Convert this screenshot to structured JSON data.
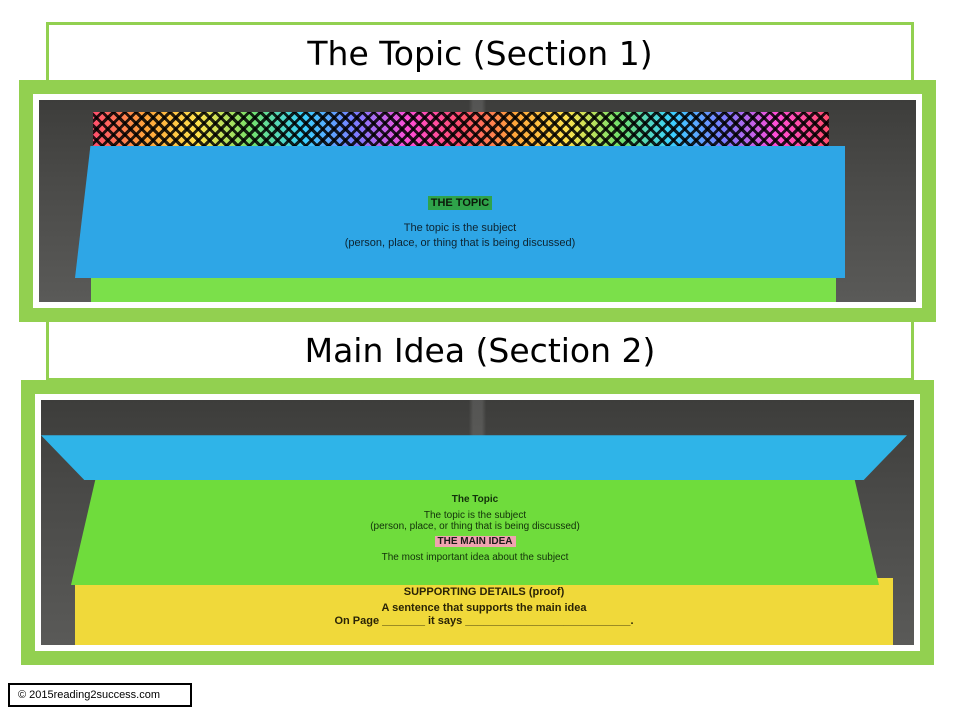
{
  "section1": {
    "title": "The Topic (Section 1)",
    "card": {
      "heading": "THE TOPIC",
      "line1": "The topic is the subject",
      "line2": "(person, place, or thing that is being discussed)"
    }
  },
  "section2": {
    "title": "Main Idea (Section 2)",
    "green_card": {
      "topic_heading": "The Topic",
      "topic_line1": "The topic is the subject",
      "topic_line2": "(person, place, or thing that is being discussed)",
      "main_idea_heading": "THE MAIN IDEA",
      "main_idea_def": "The most important idea about the subject"
    },
    "yellow_card": {
      "heading": "SUPPORTING DETAILS (proof)",
      "line1": "A sentence that supports the main idea",
      "line2": "On Page _______ it says  ___________________________."
    }
  },
  "footer": {
    "copyright": "© 2015reading2success.com"
  },
  "colors": {
    "frame_green": "#92d050",
    "card_blue": "#2ea6e6",
    "card_green": "#6fdc3c",
    "card_yellow": "#f0d93a"
  }
}
